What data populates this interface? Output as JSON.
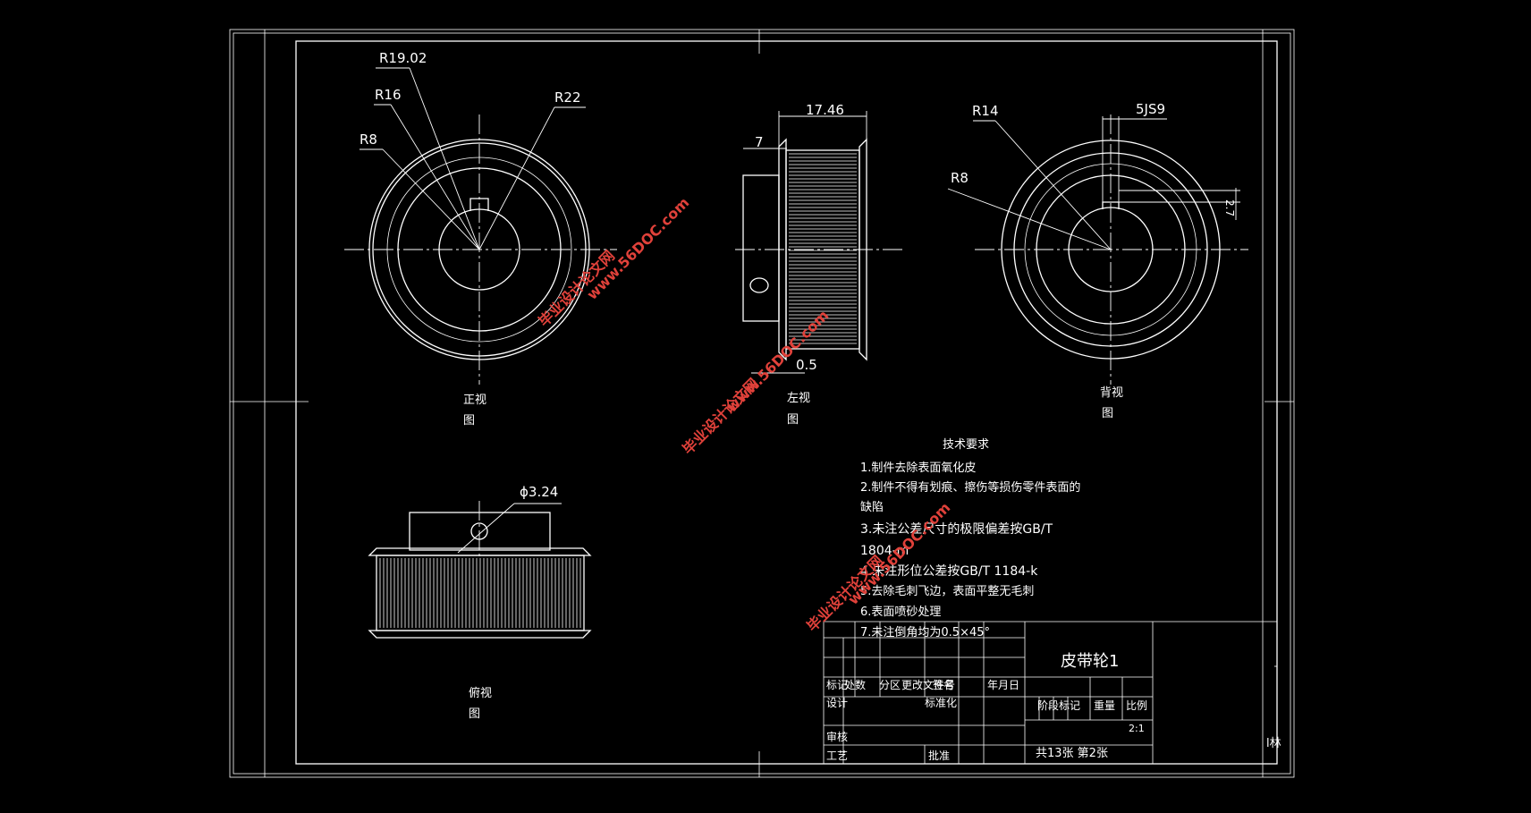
{
  "views": {
    "front": {
      "label_1": "正视",
      "label_2": "图",
      "r1": "R19.02",
      "r2": "R16",
      "r3": "R22",
      "r4": "R8"
    },
    "left": {
      "label_1": "左视",
      "label_2": "图",
      "d1": "17.46",
      "d2": "7",
      "d3": "0.5"
    },
    "back": {
      "label_1": "背视",
      "label_2": "图",
      "r1": "R14",
      "r2": "R8",
      "key": "5JS9",
      "k2": "2.7"
    },
    "top": {
      "label_1": "俯视",
      "label_2": "图",
      "hole": "ϕ3.24"
    }
  },
  "tech": {
    "title": "技术要求",
    "lines": [
      "1.制件去除表面氧化皮",
      "2.制件不得有划痕、擦伤等损伤零件表面的",
      "缺陷",
      "3.未注公差尺寸的极限偏差按GB/T",
      "1804-m",
      "4.未注形位公差按GB/T 1184-k",
      "5.去除毛刺飞边，表面平整无毛刺",
      "6.表面喷砂处理",
      "7.未注倒角均为0.5×45°"
    ]
  },
  "title_block": {
    "part_name": "皮带轮1",
    "h_mark": "标记",
    "h_count": "处数",
    "h_zone": "分区",
    "h_doc": "更改文件号",
    "h_sign": "签名",
    "h_date": "年月日",
    "design": "设计",
    "standard": "标准化",
    "check": "审核",
    "process": "工艺",
    "approve": "批准",
    "stage": "阶段标记",
    "weight": "重量",
    "scale_label": "比例",
    "scale": "2:1",
    "sheets": "共13张 第2张",
    "side": "l林"
  },
  "watermark": {
    "site": "www.56DOC.com",
    "name": "毕业设计论文网"
  }
}
